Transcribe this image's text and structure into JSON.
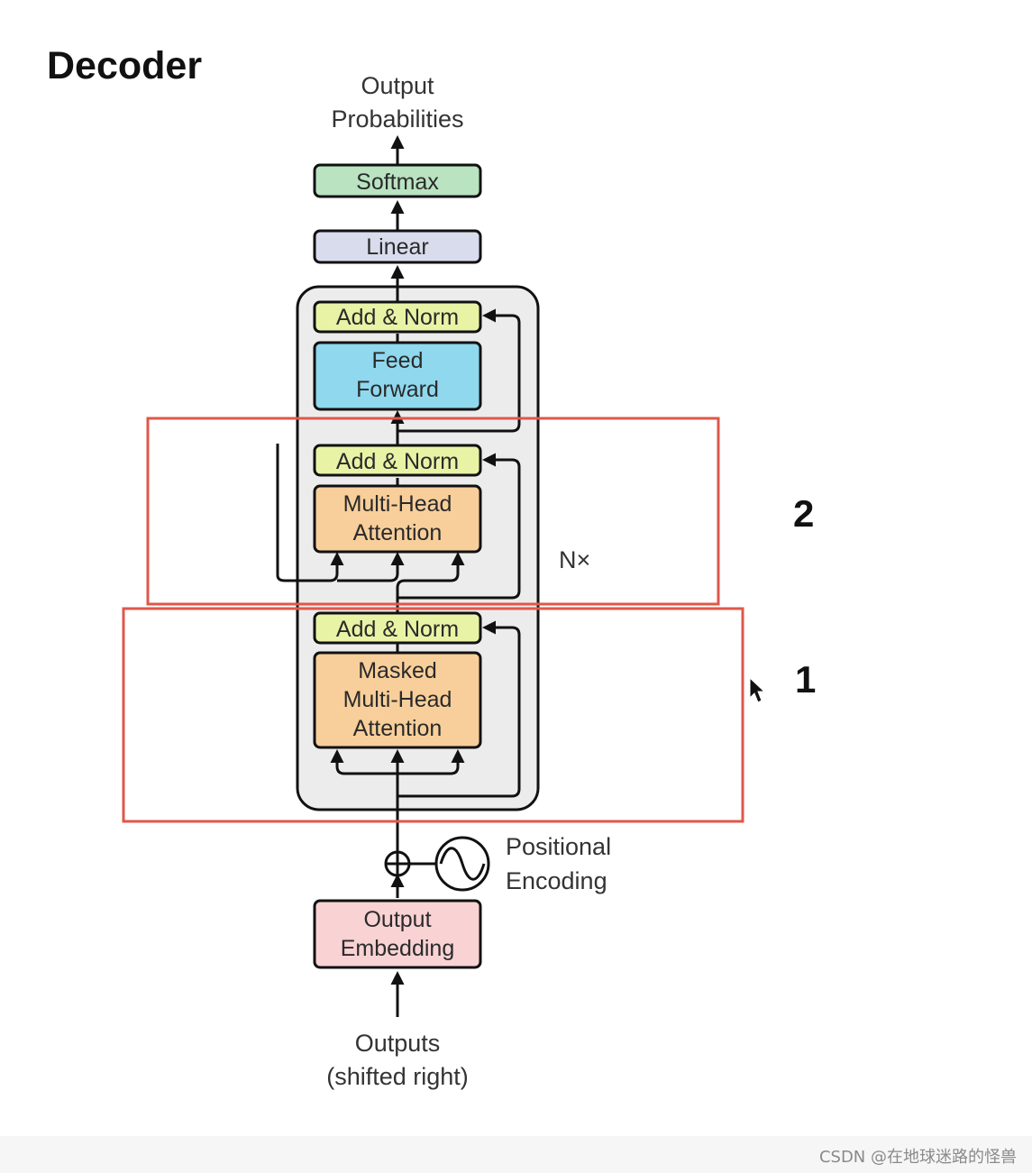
{
  "title": "Decoder",
  "top_label": {
    "line1": "Output",
    "line2": "Probabilities"
  },
  "softmax": {
    "label": "Softmax",
    "color": "#b9e3c1"
  },
  "linear": {
    "label": "Linear",
    "color": "#d9dced"
  },
  "ffn_add_norm": {
    "label": "Add & Norm",
    "color": "#e9f3a6"
  },
  "feed_forward": {
    "line1": "Feed",
    "line2": "Forward",
    "color": "#8fd8ee"
  },
  "cross_add_norm": {
    "label": "Add & Norm",
    "color": "#e9f3a6"
  },
  "multi_head": {
    "line1": "Multi-Head",
    "line2": "Attention",
    "color": "#f8cf9a"
  },
  "masked_add_norm": {
    "label": "Add & Norm",
    "color": "#e9f3a6"
  },
  "masked_multi_head": {
    "line1": "Masked",
    "line2": "Multi-Head",
    "line3": "Attention",
    "color": "#f8cf9a"
  },
  "repeat_label": "N×",
  "positional_encoding": {
    "line1": "Positional",
    "line2": "Encoding"
  },
  "output_embedding": {
    "line1": "Output",
    "line2": "Embedding",
    "color": "#f9d2d4"
  },
  "bottom_label": {
    "line1": "Outputs",
    "line2": "(shifted right)"
  },
  "highlight_2": {
    "label": "2",
    "color": "#e0574a"
  },
  "highlight_1": {
    "label": "1",
    "color": "#e0574a"
  },
  "stack_background": "#ececed",
  "watermark": "CSDN @在地球迷路的怪兽"
}
